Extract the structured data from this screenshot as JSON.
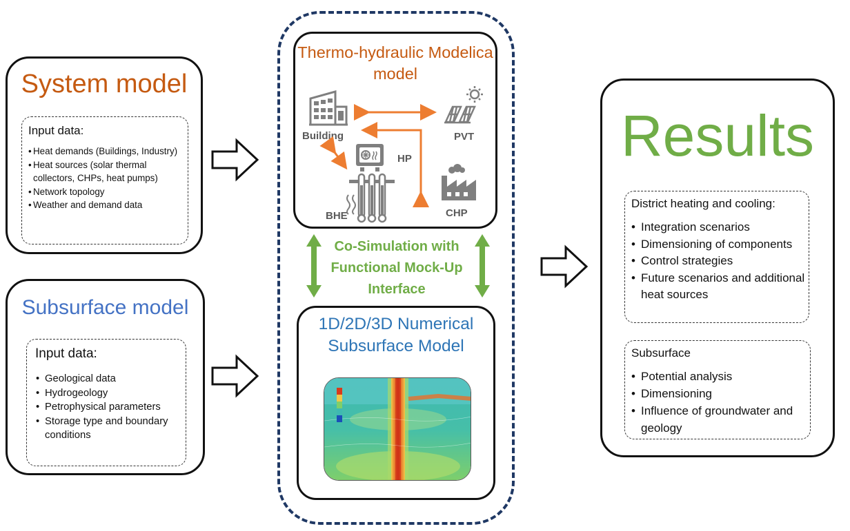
{
  "system_model": {
    "title": "System model",
    "input_header": "Input data:",
    "items": [
      "Heat demands (Buildings, Industry)",
      "Heat sources (solar thermal collectors, CHPs, heat pumps)",
      "Network topology",
      "Weather and demand data"
    ]
  },
  "subsurface_model": {
    "title": "Subsurface model",
    "input_header": "Input data:",
    "items": [
      "Geological data",
      "Hydrogeology",
      "Petrophysical parameters",
      "Storage type and boundary conditions"
    ]
  },
  "thermo_model": {
    "title": "Thermo-hydraulic Modelica model",
    "components": {
      "building": "Building",
      "pvt": "PVT",
      "hp": "HP",
      "chp": "CHP",
      "bhe": "BHE"
    }
  },
  "cosimulation": {
    "label": "Co-Simulation with Functional Mock-Up Interface"
  },
  "numerical_model": {
    "title": "1D/2D/3D Numerical Subsurface Model"
  },
  "results": {
    "title": "Results",
    "district_header": "District heating and cooling:",
    "district_items": [
      "Integration scenarios",
      "Dimensioning of components",
      "Control strategies",
      "Future scenarios and additional heat sources"
    ],
    "subsurface_header": "Subsurface",
    "subsurface_items": [
      "Potential analysis",
      "Dimensioning",
      "Influence of groundwater and geology"
    ]
  },
  "colors": {
    "orange": "#c55a11",
    "blue": "#4472c4",
    "green": "#70ad47",
    "navy": "#1f3864",
    "gray_icon": "#7f7f7f",
    "arrow_orange": "#ed7d31"
  },
  "icons": [
    "building-icon",
    "solar-panel-icon",
    "sun-icon",
    "heat-pump-icon",
    "factory-icon",
    "borehole-icon",
    "heat-waves-icon"
  ]
}
